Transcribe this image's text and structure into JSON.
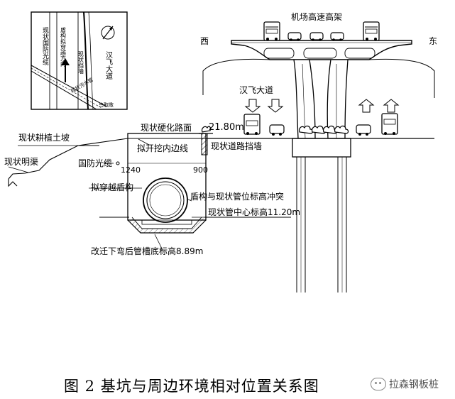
{
  "title_viaduct": "机场高速高架",
  "dir_west": "西",
  "dir_east": "东",
  "road_hanfei": "汉飞大道",
  "elev_road": "21.80m",
  "road_existing_hard": "现状硬化路面",
  "retaining_wall": "现状道路挡墙",
  "soil_berm": "现状耕植土坡",
  "open_ditch": "现状明渠",
  "defense_cable": "国防光缆",
  "excavation_line": "拟开挖内边线",
  "dim_left": "1240",
  "dim_right": "900",
  "shield_tunnel": "拟穿越盾构",
  "conflict_note": "盾构与现状管位标高冲突",
  "pipe_center": "现状管中心标高11.20m",
  "trench_bottom": "改迁下弯后管槽底标高8.89m",
  "inset": {
    "cable": "现状国防光缆",
    "shield_dir": "盾构拟穿越方向",
    "wall": "现状挡墙",
    "road": "汉飞大道",
    "pipe": "现状污水管",
    "zone": "鸟取敞"
  },
  "caption": "图 2  基坑与周边环境相对位置关系图",
  "watermark": "拉森钢板桩"
}
